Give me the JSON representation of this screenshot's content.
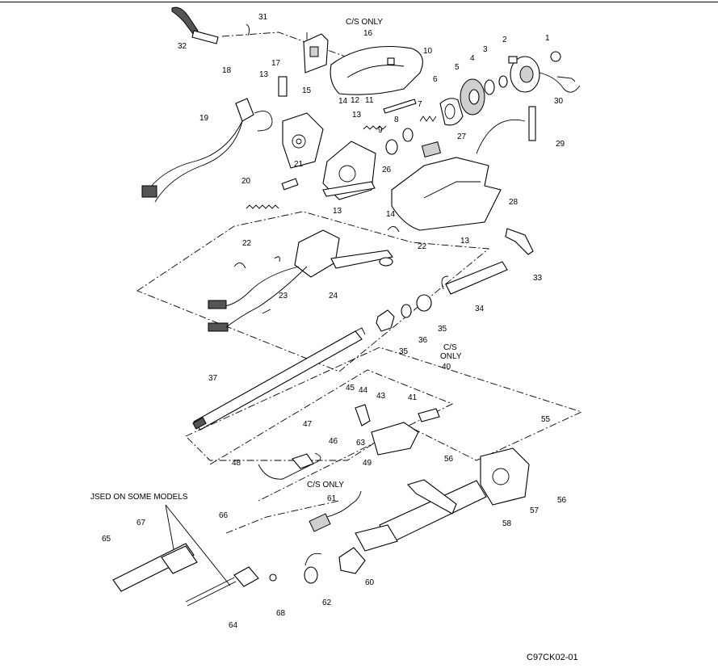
{
  "figure_ref": "C97CK02-01",
  "notes": {
    "cs_only_top": "C/S ONLY",
    "cs_only_40_line1": "C/S",
    "cs_only_40_line2": "ONLY",
    "cs_only_61": "C/S ONLY",
    "used_on_some_models": "JSED ON SOME MODELS"
  },
  "callouts": [
    "1",
    "2",
    "3",
    "4",
    "5",
    "6",
    "7",
    "8",
    "9",
    "10",
    "11",
    "12",
    "13",
    "13",
    "13",
    "13",
    "14",
    "14",
    "15",
    "16",
    "17",
    "18",
    "19",
    "20",
    "21",
    "22",
    "22",
    "23",
    "24",
    "26",
    "27",
    "28",
    "29",
    "30",
    "31",
    "32",
    "33",
    "34",
    "35",
    "35",
    "36",
    "37",
    "40",
    "41",
    "43",
    "44",
    "45",
    "46",
    "47",
    "48",
    "49",
    "55",
    "56",
    "56",
    "57",
    "58",
    "60",
    "61",
    "62",
    "63",
    "64",
    "65",
    "66",
    "67",
    "68"
  ]
}
